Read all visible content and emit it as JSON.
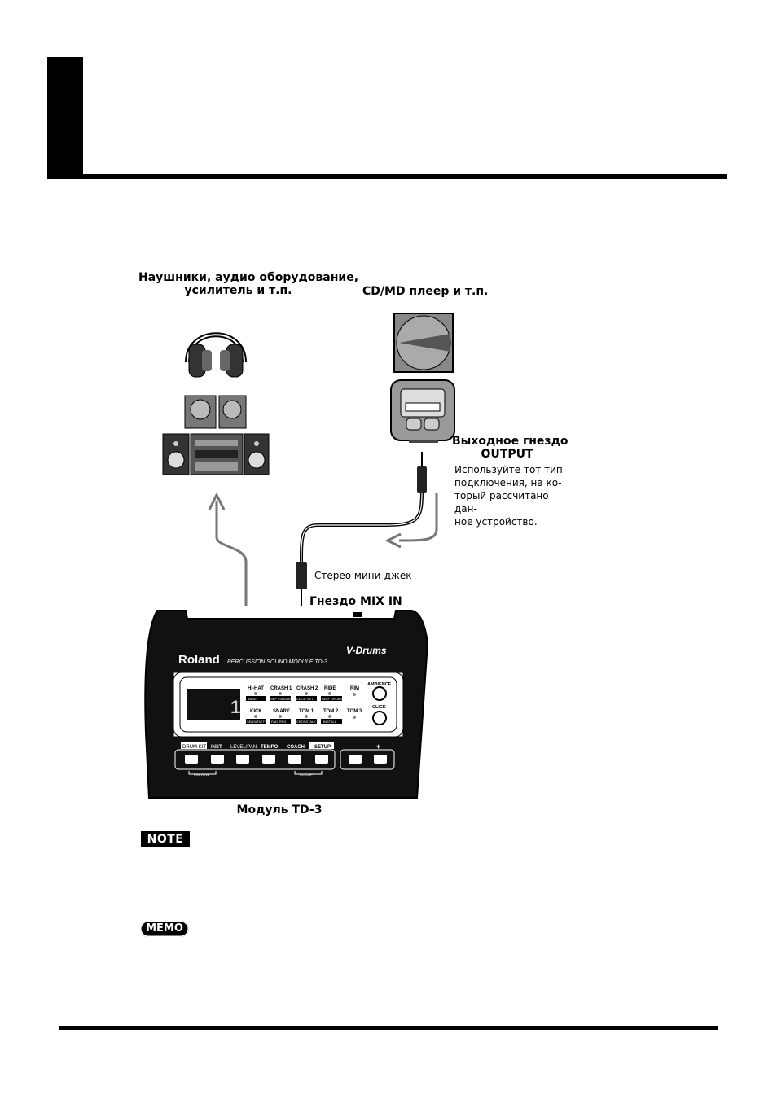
{
  "labels": {
    "headphones_group": "Наушники, аудио оборудование,",
    "headphones_group_line2": "усилитель и т.п.",
    "cd_player": "CD/MD плеер и т.п.",
    "output_jack_title_line1": "Выходное гнездо",
    "output_jack_title_line2": "OUTPUT",
    "output_jack_desc": [
      "Используйте тот тип",
      "подключения, на ко-",
      "торый рассчитано дан-",
      "ное устройство."
    ],
    "stereo_minijack": "Стерео мини-джек",
    "mix_in_jack": "Гнездо MIX IN",
    "module_caption": "Модуль TD-3"
  },
  "module": {
    "brand": "Roland",
    "model_text": "PERCUSSION SOUND MODULE TD-3",
    "logo": "V-Drums",
    "display_digit": "1",
    "pads_row1": [
      "HI-HAT",
      "CRASH 1",
      "CRASH 2",
      "RIDE",
      "RIM"
    ],
    "pads_row1_sub": [
      "BEAT",
      "SEPT DRUMS",
      "CLICK SET",
      "SELF DRUMS"
    ],
    "pads_row2": [
      "KICK",
      "SNARE",
      "TOM 1",
      "TOM 2",
      "TOM 3"
    ],
    "pads_row2_sub": [
      "SENSITIVITY",
      "PAD TRIG",
      "CROSSTALK",
      "INSTALL"
    ],
    "ambience": "AMBIENCE",
    "click": "CLICK",
    "function_buttons": [
      "DRUM KIT",
      "INST",
      "LEVEL/PAN",
      "TEMPO",
      "COACH",
      "SETUP"
    ],
    "value_buttons": [
      "–",
      "+"
    ],
    "preview": "PREVIEW",
    "kit_copy": "KIT COPY"
  },
  "badges": {
    "note": "NOTE",
    "memo": "MEMO"
  }
}
